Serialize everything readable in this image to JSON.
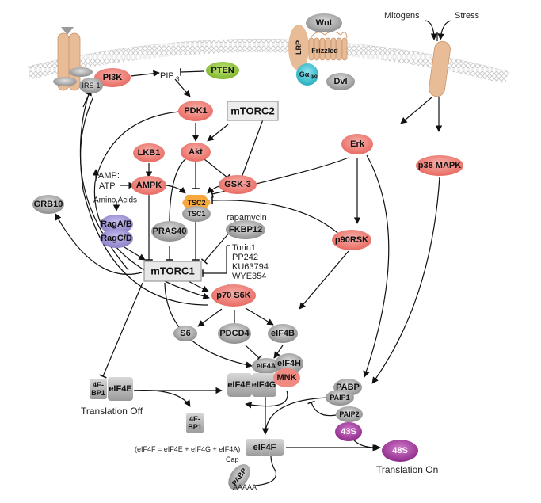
{
  "title": "mTOR signaling pathway",
  "colors": {
    "kinase_red": "#ee7a72",
    "gray_protein": "#a8a8a8",
    "membrane_tan": "#e6b48c",
    "pten_green": "#8fc43a",
    "galpha_cyan": "#39bfd0",
    "rag_purple": "#9a8fcf",
    "ribosome_purple": "#a0389a",
    "tsc2_orange": "#f6a83c"
  },
  "nodes": {
    "pi3k": "PI3K",
    "irs1": "IRS-1",
    "pip3": "PIP",
    "pip3_sub": "3",
    "pten": "PTEN",
    "pdk1": "PDK1",
    "mtorc2": "mTORC2",
    "wnt": "Wnt",
    "lrp": "LRP",
    "frizzled": "Frizzled",
    "galpha": "Gα",
    "galpha_sub": "q/o",
    "dvl": "Dvl",
    "mitogens": "Mitogens",
    "stress": "Stress",
    "lkb1": "LKB1",
    "akt": "Akt",
    "ampk": "AMPK",
    "amp_label": "AMP:",
    "atp_label": "ATP",
    "gsk3": "GSK-3",
    "tsc2": "TSC2",
    "tsc1": "TSC1",
    "erk": "Erk",
    "p38": "p38 MAPK",
    "grb10": "GRB10",
    "amino_acids": "Amino Acids",
    "ragab": "RagA/B",
    "ragcd": "RagC/D",
    "pras40": "PRAS40",
    "rapamycin": "rapamycin",
    "fkbp12": "FKBP12",
    "mtorc1": "mTORC1",
    "p90rsk": "p90RSK",
    "p70s6k": "p70 S6K",
    "s6": "S6",
    "pdcd4": "PDCD4",
    "eif4b": "eIF4B",
    "eif4a": "eIF4A",
    "eif4h": "eIF4H",
    "eif4e": "eIF4E",
    "eif4g": "eIF4G",
    "mnk": "MNK",
    "pabp": "PABP",
    "paip1": "PAIP1",
    "paip2": "PAIP2",
    "s43": "43S",
    "s48": "48S",
    "eif4f": "eIF4F",
    "cap": "Cap",
    "polya": "AAAAA",
    "pabp2": "PABP",
    "bp1_top": "4E-",
    "bp1_bot": "BP1",
    "eif4e_off": "eIF4E",
    "bp1b_top": "4E-",
    "bp1b_bot": "BP1"
  },
  "inhibitors": [
    "Torin1",
    "PP242",
    "KU63794",
    "WYE354"
  ],
  "labels": {
    "translation_off": "Translation Off",
    "translation_on": "Translation On",
    "eif4f_formula": "(eIF4F = eIF4E + eIF4G + eIF4A)"
  }
}
